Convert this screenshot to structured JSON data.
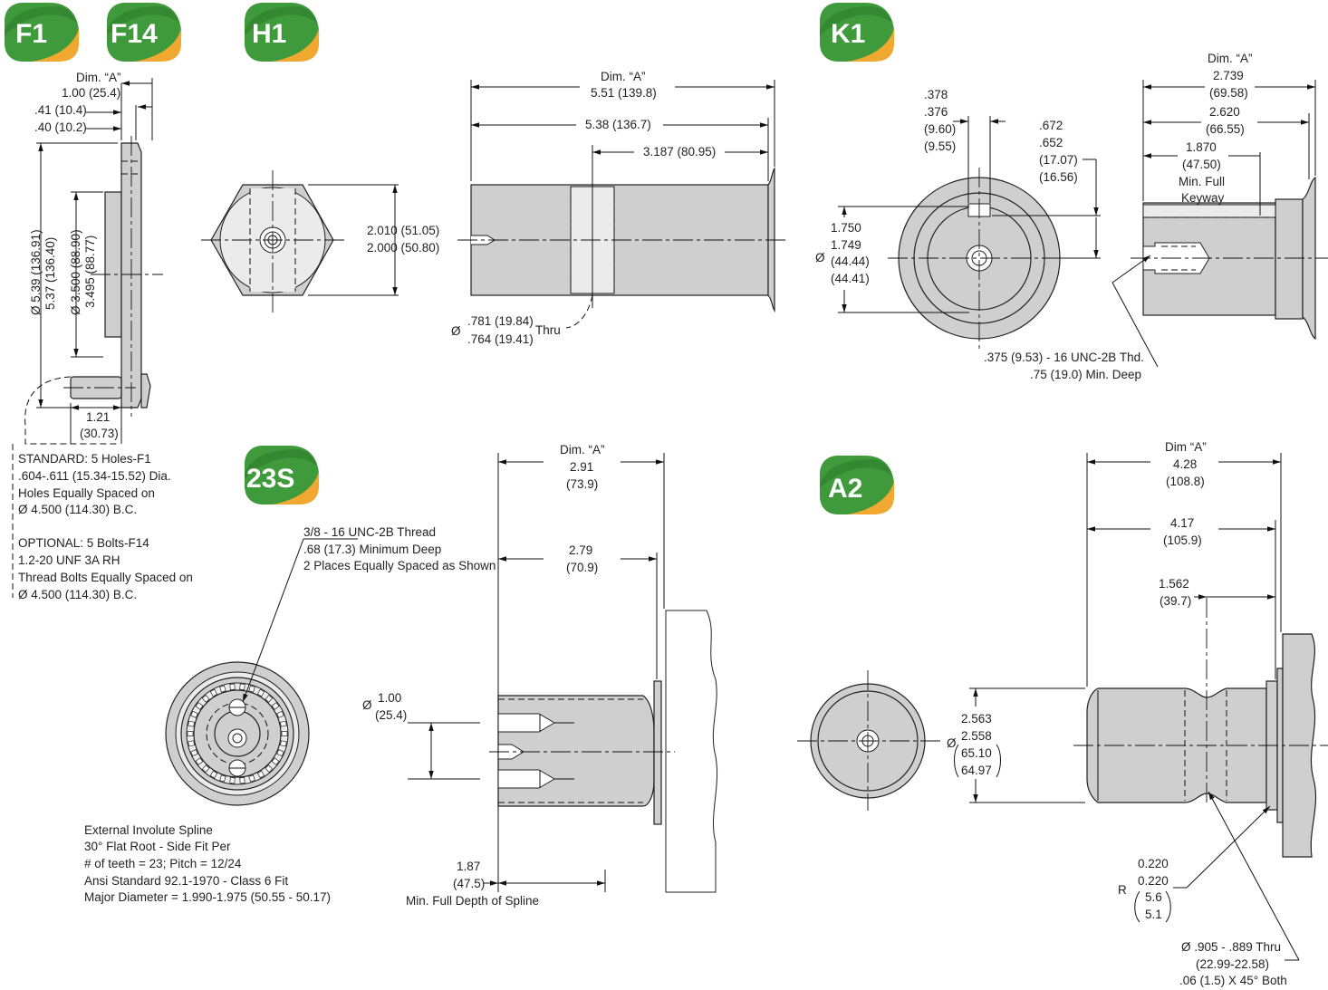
{
  "colors": {
    "badge_green": "#3f9a3c",
    "badge_dark": "#2e7d2c",
    "badge_orange": "#f0a830",
    "part_gray": "#cfcfcf"
  },
  "badges": {
    "f1": "F1",
    "f14": "F14",
    "h1": "H1",
    "k1": "K1",
    "s23": "23S",
    "a2": "A2"
  },
  "f1": {
    "dim_a": "Dim. “A”",
    "dim_a_val": "1.00 (25.4)",
    "d041": ".41 (10.4)",
    "d040": ".40 (10.2)",
    "dia_outer": "Ø 5.39 (136.91)",
    "dia_outer2": "5.37 (136.40)",
    "dia_pilot": "Ø 3.500 (88.90)",
    "dia_pilot2": "3.495 (88.77)",
    "d121": "1.21",
    "d121m": "(30.73)",
    "notes": [
      "STANDARD: 5 Holes-F1",
      ".604-.611 (15.34-15.52) Dia.",
      "Holes Equally Spaced on",
      "Ø 4.500 (114.30) B.C.",
      "",
      "OPTIONAL: 5 Bolts-F14",
      "1.2-20 UNF 3A RH",
      "Thread Bolts Equally Spaced on",
      "Ø 4.500 (114.30) B.C."
    ]
  },
  "h1": {
    "dim_a": "Dim. “A”",
    "dim_a_val": "5.51 (139.8)",
    "d538": "5.38 (136.7)",
    "d3187": "3.187 (80.95)",
    "hex1": "2.010 (51.05)",
    "hex2": "2.000 (50.80)",
    "dia_sym": "Ø",
    "bore1": ".781 (19.84)",
    "bore2": ".764 (19.41)",
    "thru": "Thru"
  },
  "k1": {
    "key_w": [
      ".378",
      ".376",
      "(9.60)",
      "(9.55)"
    ],
    "key_h": [
      ".672",
      ".652",
      "(17.07)",
      "(16.56)"
    ],
    "shaft_d": [
      "1.750",
      "1.749",
      "(44.44)",
      "(44.41)"
    ],
    "dia_sym": "Ø",
    "thread1": ".375 (9.53) - 16 UNC-2B Thd.",
    "thread2": ".75 (19.0) Min. Deep",
    "dim_a": "Dim. “A”",
    "dim_a_val": "2.739",
    "dim_a_mm": "(69.58)",
    "d2620": "2.620",
    "d2620m": "(66.55)",
    "d1870": "1.870",
    "d1870m": "(47.50)",
    "keyway1": "Min. Full",
    "keyway2": "Keyway"
  },
  "s23": {
    "thread1": "3/8 - 16 UNC-2B Thread",
    "thread2": ".68 (17.3) Minimum Deep",
    "thread3": "2 Places Equally Spaced as Shown",
    "spline_notes": [
      "External Involute Spline",
      "30° Flat Root - Side Fit Per",
      "# of teeth = 23; Pitch = 12/24",
      "Ansi Standard 92.1-1970 - Class 6 Fit",
      "Major Diameter = 1.990-1.975 (50.55 - 50.17)"
    ],
    "dim_a": "Dim. “A”",
    "dim_a_val": "2.91",
    "dim_a_mm": "(73.9)",
    "d279": "2.79",
    "d279m": "(70.9)",
    "dia_sym": "Ø",
    "d100": "1.00",
    "d100m": "(25.4)",
    "d187": "1.87",
    "d187m": "(47.5)",
    "spline_depth": "Min. Full Depth of Spline"
  },
  "a2": {
    "dim_a": "Dim “A”",
    "dim_a_val": "4.28",
    "dim_a_mm": "(108.8)",
    "d417": "4.17",
    "d417m": "(105.9)",
    "d1562": "1.562",
    "d1562m": "(39.7)",
    "shaft_d": [
      "2.563",
      "2.558",
      "65.10",
      "64.97"
    ],
    "dia_sym": "Ø",
    "radius": [
      "0.220",
      "0.220",
      "5.6",
      "5.1"
    ],
    "r_sym": "R",
    "bore1": "Ø .905 - .889 Thru",
    "bore2": "(22.99-22.58)",
    "bore3": ".06 (1.5) X 45° Both"
  }
}
